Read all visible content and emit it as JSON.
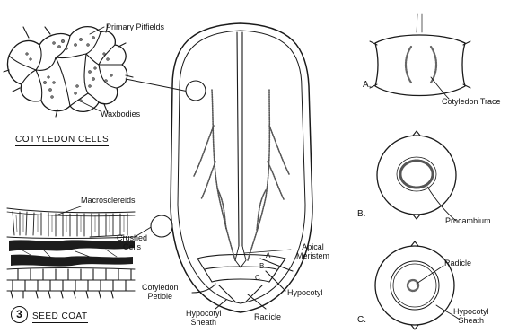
{
  "figure_number": "3",
  "labels": {
    "primary_pitfields": "Primary Pitfields",
    "waxbodies": "Waxbodies",
    "cotyledon_cells": "COTYLEDON CELLS",
    "macrosclereids": "Macrosclereids",
    "crushed_cells": "Crushed\nCells",
    "seed_coat": "SEED COAT",
    "apical_meristem": "Apical\nMeristem",
    "hypocotyl": "Hypocotyl",
    "cotyledon_petiole": "Cotyledon\nPetiole",
    "hypocotyl_sheath_main": "Hypocotyl\nSheath",
    "radicle_main": "Radicle",
    "section_a": "A",
    "section_b": "B",
    "section_c": "C",
    "cotyledon_trace": "Cotyledon Trace",
    "procambium": "Procambium",
    "radicle_c": "Radicle",
    "hypocotyl_sheath_c": "Hypocotyl\nSheath",
    "panel_a": "A.",
    "panel_b": "B.",
    "panel_c": "C."
  }
}
